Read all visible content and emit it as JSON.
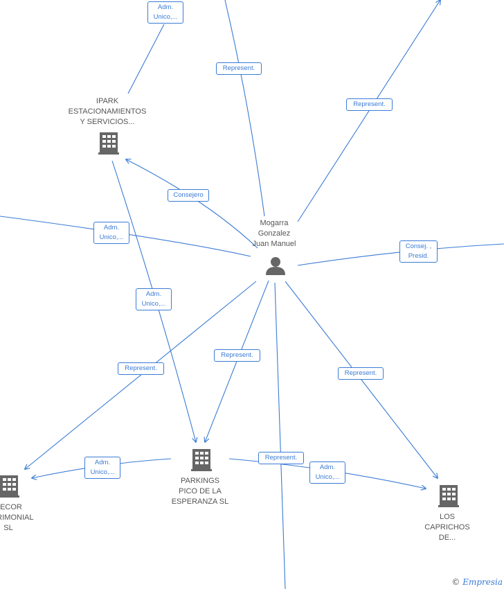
{
  "nodes": {
    "person": {
      "lines": [
        "Mogarra",
        "Gonzalez",
        "Juan Manuel"
      ]
    },
    "ipark": {
      "lines": [
        "IPARK",
        "ESTACIONAMIENTOS",
        "Y SERVICIOS..."
      ]
    },
    "parkings": {
      "lines": [
        "PARKINGS",
        "PICO DE LA",
        "ESPERANZA  SL"
      ]
    },
    "caprichos": {
      "lines": [
        "LOS",
        "CAPRICHOS",
        "DE..."
      ]
    },
    "decor": {
      "lines": [
        "DECOR",
        "PATRIMONIAL",
        "SL"
      ]
    }
  },
  "edge_labels": {
    "adm_top": [
      "Adm.",
      "Unico,..."
    ],
    "represent_top": [
      "Represent."
    ],
    "represent_top_right": [
      "Represent."
    ],
    "consejero": [
      "Consejero"
    ],
    "adm_left": [
      "Adm.",
      "Unico,..."
    ],
    "consej_presid": [
      "Consej. ,",
      "Presid."
    ],
    "adm_mid": [
      "Adm.",
      "Unico,..."
    ],
    "represent_mid": [
      "Represent."
    ],
    "represent_left": [
      "Represent."
    ],
    "represent_right": [
      "Represent."
    ],
    "adm_bottom_left": [
      "Adm.",
      "Unico,..."
    ],
    "represent_bottom": [
      "Represent."
    ],
    "adm_bottom_right": [
      "Adm.",
      "Unico,..."
    ]
  },
  "icons": {
    "person": "person-icon",
    "company": "building-icon"
  },
  "colors": {
    "edge": "#3a7bd5",
    "node_text": "#555555",
    "icon": "#666666"
  },
  "watermark": {
    "symbol": "©",
    "brand": "Empresia"
  }
}
